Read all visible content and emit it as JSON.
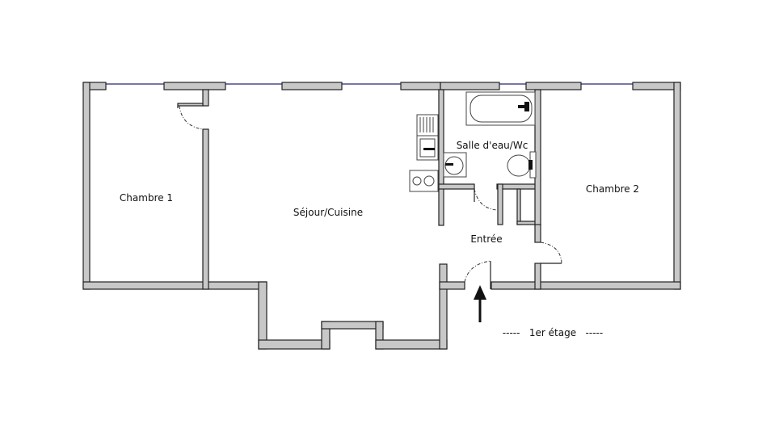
{
  "rooms": {
    "chambre1": "Chambre 1",
    "sejour": "Séjour/Cuisine",
    "sdb": "Salle d'eau/Wc",
    "entree": "Entrée",
    "chambre2": "Chambre 2"
  },
  "floor_label": "-----   1er étage   -----",
  "colors": {
    "wall_fill": "#c8c8c8",
    "wall_outline": "#222222",
    "window": "#4a4a8a"
  },
  "icons": {
    "entrance": "arrow-up-icon"
  }
}
